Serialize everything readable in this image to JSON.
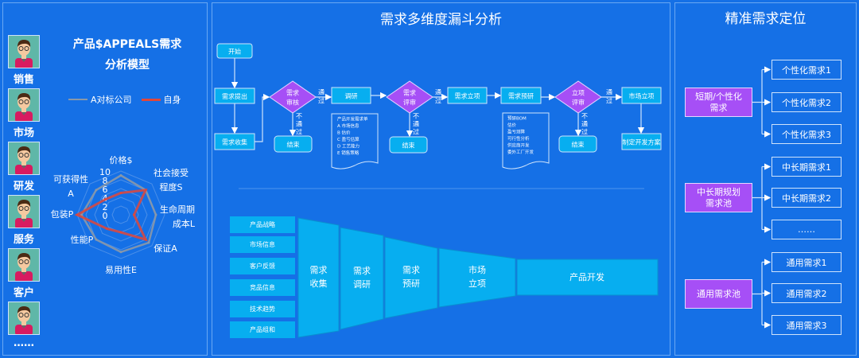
{
  "left": {
    "title_line1": "产品$APPEALS需求",
    "title_line2": "分析模型",
    "roles": [
      "销售",
      "市场",
      "研发",
      "服务",
      "客户",
      "……"
    ],
    "avatar_icon": "person-avatar-icon"
  },
  "chart_data": {
    "type": "radar",
    "axes": [
      "价格$",
      "社会接受程度S",
      "生命周期成本L",
      "保证A",
      "易用性E",
      "性能P",
      "包装P",
      "可获得性A"
    ],
    "axis_label_lines": [
      [
        "价格$"
      ],
      [
        "社会接受",
        "程度S"
      ],
      [
        "生命周期",
        "成本L"
      ],
      [
        "保证A"
      ],
      [
        "易用性E"
      ],
      [
        "性能P"
      ],
      [
        "包装P"
      ],
      [
        "可获得性",
        "A"
      ]
    ],
    "ticks": [
      "0",
      "2",
      "4",
      "6",
      "8",
      "10"
    ],
    "range": [
      0,
      10
    ],
    "legend_position": "top",
    "series": [
      {
        "name": "A对标公司",
        "color": "#8a98a8",
        "values": [
          9,
          8,
          8,
          9,
          8.5,
          8,
          9,
          8
        ]
      },
      {
        "name": "自身",
        "color": "#e0473a",
        "values": [
          5,
          8,
          3,
          8,
          4,
          4.5,
          10,
          5
        ]
      }
    ]
  },
  "middle": {
    "title": "需求多维度漏斗分析",
    "flow": {
      "start": "开始",
      "submit": "需求提出",
      "collect": "需求收集",
      "review1": [
        "需求",
        "审核"
      ],
      "research": "调研",
      "review2": [
        "需求",
        "评审"
      ],
      "approve": "需求立项",
      "preresearch": "需求预研",
      "review3": [
        "立项",
        "评审"
      ],
      "market": "市场立项",
      "plan": "制定开发方案",
      "end": "结束",
      "pass": [
        "通",
        "过"
      ],
      "fail": [
        "不",
        "通",
        "过"
      ],
      "doc1": [
        "产品开发需求单",
        "A 市场信息",
        "B 估价",
        "C 盈亏估算",
        "D 工艺能力",
        "E 销售策略"
      ],
      "doc2": [
        "预研BOM",
        "估价",
        "盈亏测算",
        "可行性分析",
        "供应商开发",
        "委外工厂开发"
      ]
    },
    "funnel": {
      "sources": [
        "产品战略",
        "市场信息",
        "客户反馈",
        "竞品信息",
        "技术趋势",
        "产品组和"
      ],
      "stages": [
        [
          "需求",
          "收集"
        ],
        [
          "需求",
          "调研"
        ],
        [
          "需求",
          "预研"
        ],
        [
          "市场",
          "立项"
        ]
      ],
      "final": "产品开发"
    }
  },
  "right": {
    "title": "精准需求定位",
    "groups": [
      {
        "label": [
          "短期/个性化",
          "需求"
        ],
        "items": [
          "个性化需求1",
          "个性化需求2",
          "个性化需求3"
        ]
      },
      {
        "label": [
          "中长期规划",
          "需求池"
        ],
        "items": [
          "中长期需求1",
          "中长期需求2",
          "……"
        ]
      },
      {
        "label": [
          "通用需求池"
        ],
        "items": [
          "通用需求1",
          "通用需求2",
          "通用需求3"
        ]
      }
    ]
  },
  "colors": {
    "background": "#1570e6",
    "box": "#07aef0",
    "decision": "#a64ff6",
    "self": "#e0473a",
    "competitor": "#8a98a8"
  }
}
